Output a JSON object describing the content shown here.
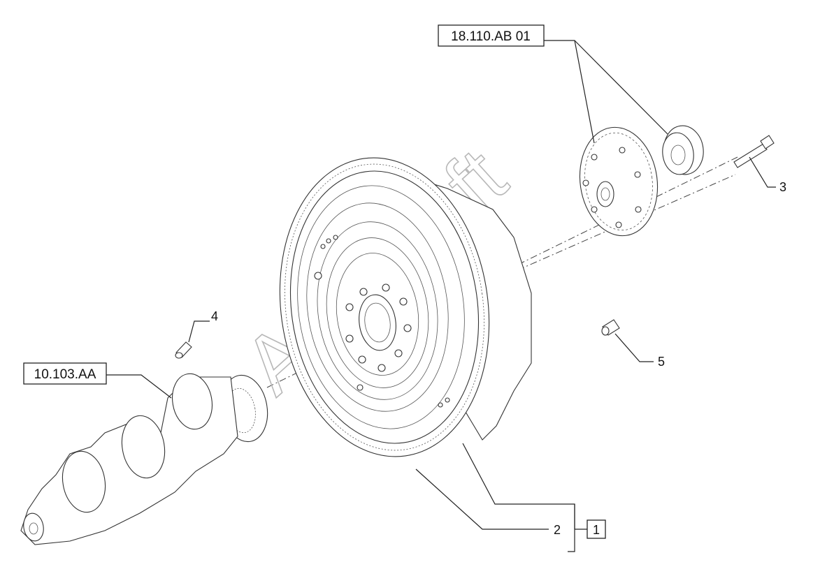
{
  "labels": {
    "ref_top": "18.110.AB 01",
    "ref_left": "10.103.AA",
    "item_1": "1",
    "item_2": "2",
    "item_3": "3",
    "item_4": "4",
    "item_5": "5"
  },
  "watermark": "AutoSoft"
}
